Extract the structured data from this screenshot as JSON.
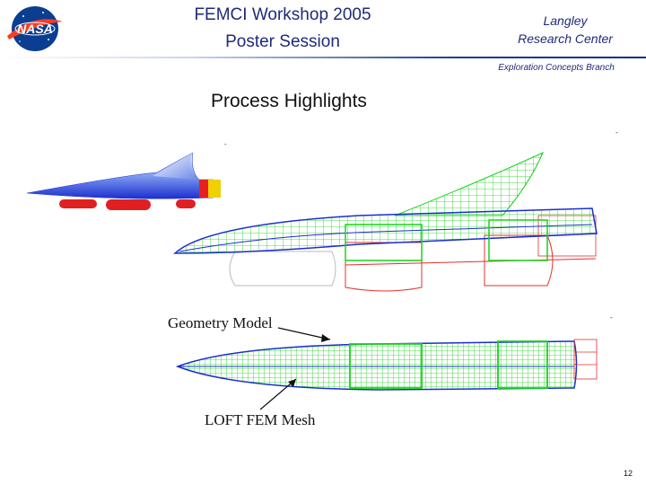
{
  "header": {
    "title_line1": "FEMCI Workshop 2005",
    "title_line2": "Poster Session",
    "center_line1": "Langley",
    "center_line2": "Research Center",
    "branch": "Exploration Concepts Branch",
    "logo_text": "NASA"
  },
  "slide": {
    "heading": "Process Highlights",
    "geometry_label": "Geometry Model",
    "loft_label": "LOFT FEM Mesh",
    "page_number": "12"
  },
  "colors": {
    "title_blue": "#1f2a7a",
    "mesh_green": "#19d219",
    "mesh_red": "#e23030",
    "mesh_blue": "#1a2fd0"
  }
}
